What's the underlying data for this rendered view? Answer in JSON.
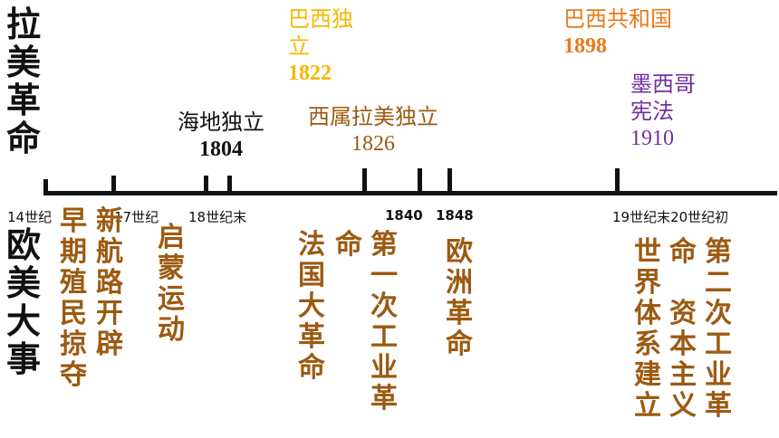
{
  "title_latin": "拉美革命",
  "title_euro": "欧美大事",
  "colors": {
    "axis": "#111111",
    "brazil_independence": "#f5b800",
    "brazil_republic": "#e87a1b",
    "mexico": "#7030a0",
    "brown": "#9c5a11",
    "black": "#111111"
  },
  "latin_events": {
    "haiti": {
      "name": "海地独立",
      "year": "1804"
    },
    "brazil_independence": {
      "name_line1": "巴西独",
      "name_line2": "立",
      "year": "1822"
    },
    "spanish": {
      "name": "西属拉美独立",
      "year": "1826"
    },
    "brazil_republic": {
      "name": "巴西共和国",
      "year": "1898"
    },
    "mexico": {
      "name_line1": "墨西哥",
      "name_line2": "宪法",
      "year": "1910"
    }
  },
  "axis_labels": {
    "c14": "14世纪",
    "c17": "17世纪",
    "c18": "18世纪末",
    "y1840": "1840",
    "y1848": "1848",
    "c19": "19世纪末20世纪初"
  },
  "europe_events": {
    "early_colonial": "早期殖民掠夺",
    "new_routes": "新航路开辟",
    "enlightenment": "启蒙运动",
    "french_rev": "法国大革命",
    "industrial1_a": "第一次工业革",
    "industrial1_b": "命",
    "euro_rev": "欧洲革命",
    "world_system": "世界体系建立",
    "industrial2_a": "第二次工业革",
    "industrial2_b": "命",
    "capitalism": "资本主义"
  }
}
